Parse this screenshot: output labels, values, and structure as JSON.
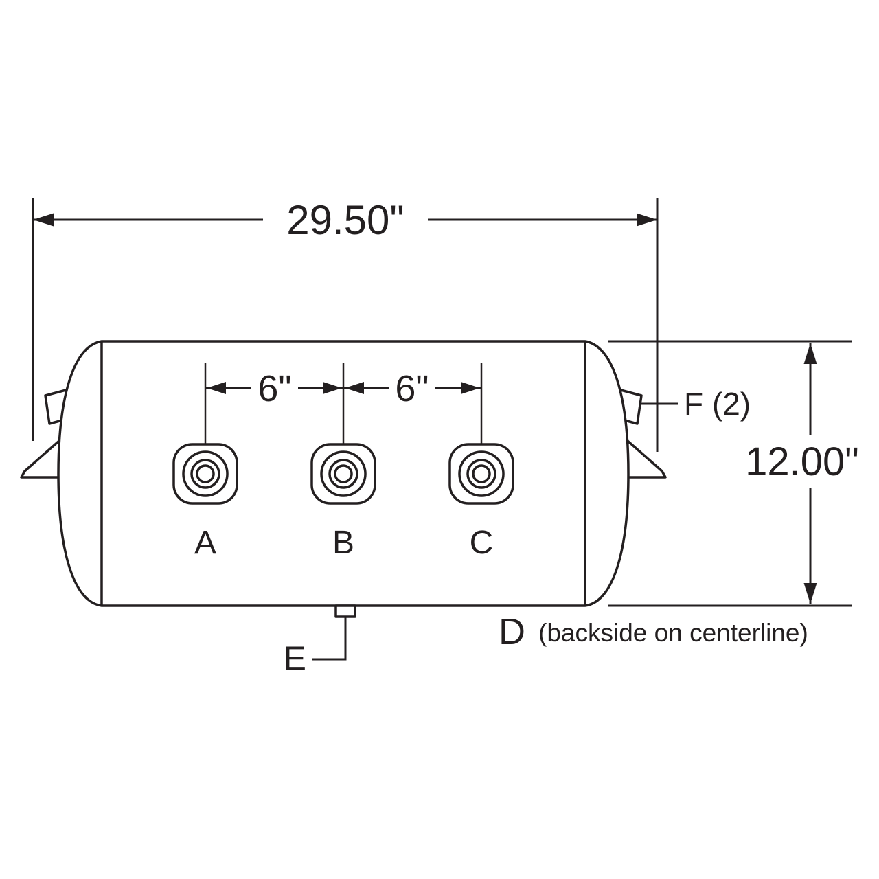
{
  "diagram": {
    "dimensions": {
      "overall_length": "29.50\"",
      "port_spacing_ab": "6\"",
      "port_spacing_bc": "6\"",
      "diameter": "12.00\""
    },
    "labels": {
      "port_a": "A",
      "port_b": "B",
      "port_c": "C",
      "port_d": "D",
      "port_d_note": "(backside on centerline)",
      "port_e": "E",
      "bracket": "F (2)"
    },
    "colors": {
      "line": "#231f20",
      "background": "#ffffff"
    }
  }
}
